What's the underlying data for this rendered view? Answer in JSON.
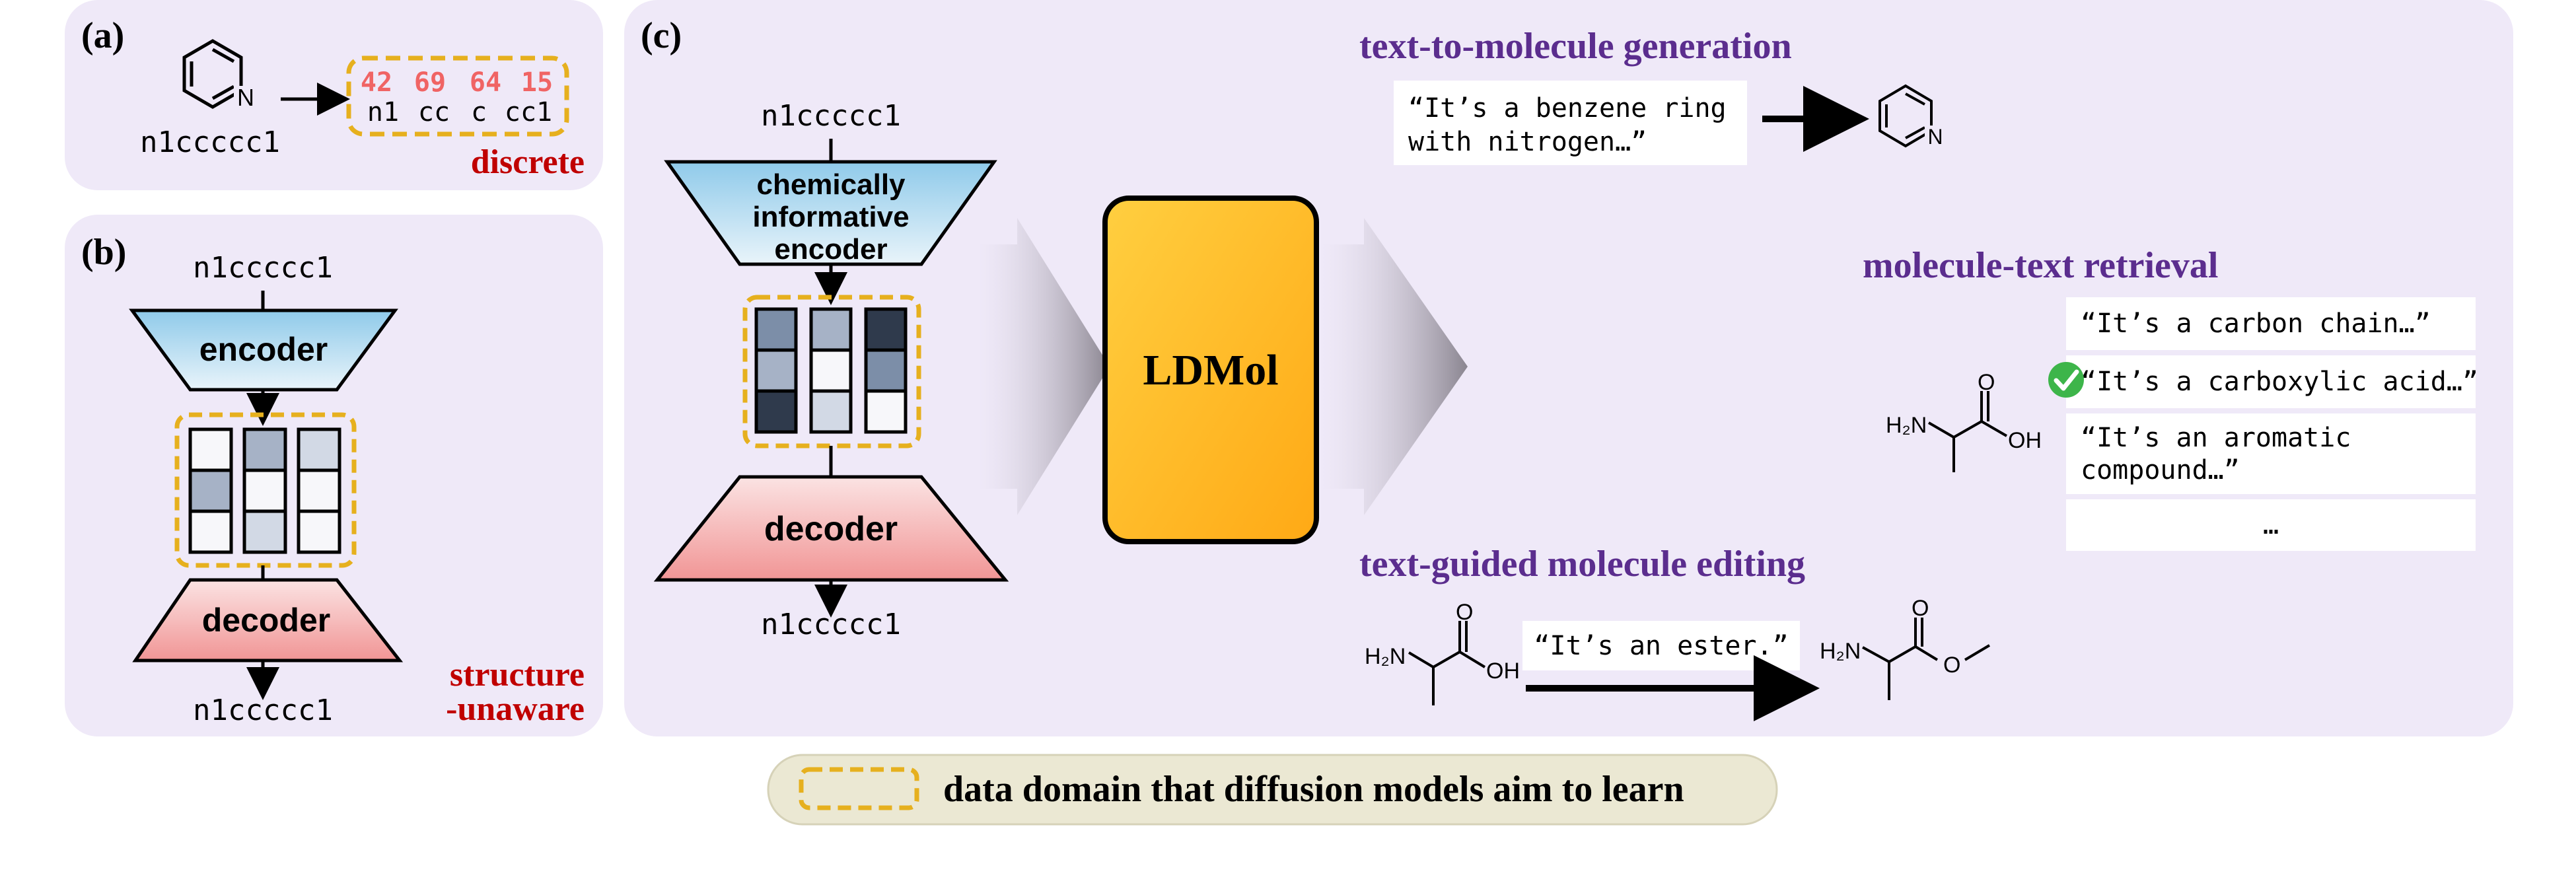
{
  "panel_a": {
    "label": "(a)",
    "smiles": "n1ccccc1",
    "tokens": [
      "42",
      "69",
      "64",
      "15"
    ],
    "token_text": [
      "n1",
      "cc",
      "c",
      "cc1"
    ],
    "tag": "discrete",
    "atom_n": "N"
  },
  "panel_b": {
    "label": "(b)",
    "input": "n1ccccc1",
    "encoder": "encoder",
    "decoder": "decoder",
    "output": "n1ccccc1",
    "tag_line1": "structure",
    "tag_line2": "-unaware"
  },
  "panel_c": {
    "label": "(c)",
    "input": "n1ccccc1",
    "encoder_line1": "chemically",
    "encoder_line2": "informative",
    "encoder_line3": "encoder",
    "decoder": "decoder",
    "output": "n1ccccc1",
    "model": "LDMol",
    "t2m": {
      "title": "text-to-molecule generation",
      "text_line1": "“It’s a benzene ring",
      "text_line2": "with nitrogen…”",
      "atom_n": "N"
    },
    "retrieval": {
      "title": "molecule-text retrieval",
      "options": [
        {
          "line1": "“It’s a carbon chain…”",
          "line2": ""
        },
        {
          "line1": "“It’s a carboxylic acid…”",
          "line2": ""
        },
        {
          "line1": "“It’s an aromatic",
          "line2": "compound…”"
        },
        {
          "line1": "…",
          "line2": ""
        }
      ],
      "atom_amine": "H₂N",
      "atom_o": "O",
      "atom_oh": "OH"
    },
    "editing": {
      "title": "text-guided molecule editing",
      "text": "“It’s an ester.”",
      "atom_amine": "H₂N",
      "atom_o": "O",
      "atom_oh": "OH"
    }
  },
  "legend": {
    "text": "data domain that diffusion models aim to learn"
  },
  "colors": {
    "panel_bg": "#efe9f8",
    "dashed": "#e6b01e",
    "red_tag": "#c00000",
    "purple_title": "#5b2d8e",
    "token_red": "#f06464",
    "model_fill": "#ffb81c",
    "legend_bg": "#ebe8d3"
  }
}
